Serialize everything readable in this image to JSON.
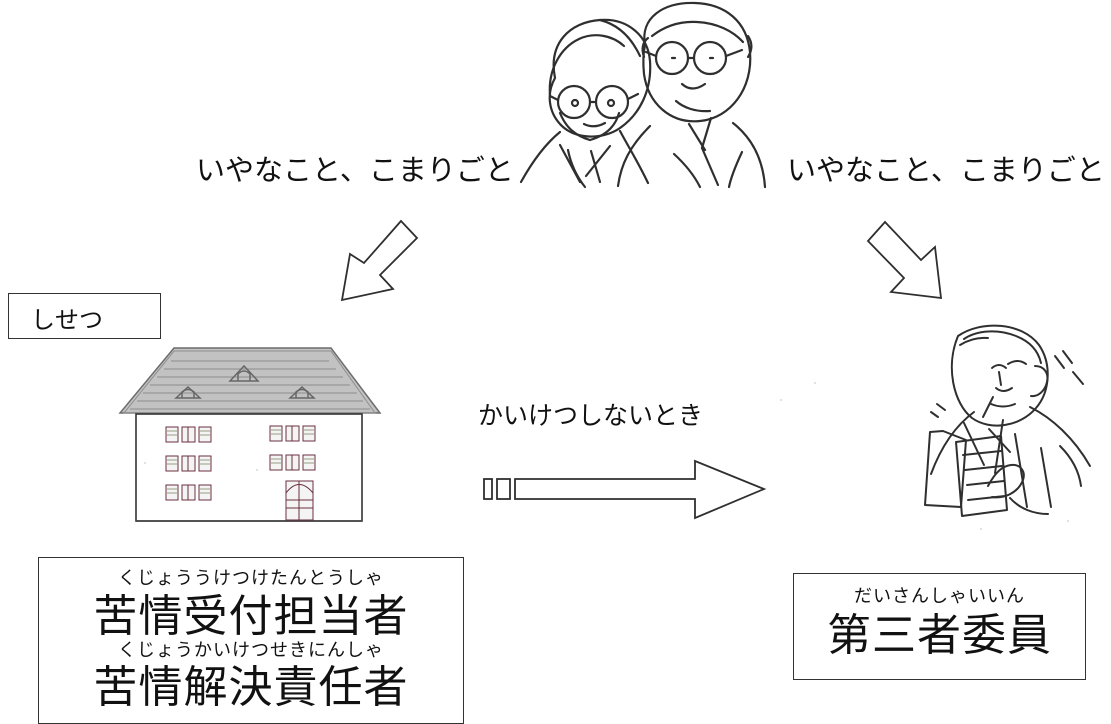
{
  "left_caption": "いやなこと、こまりごと",
  "right_caption": "いやなこと、こまりごと",
  "facility_label": "しせつ",
  "middle_caption": "かいけつしないとき",
  "left_role": {
    "line1_ruby": "くじょううけつけたんとうしゃ",
    "line1_main": "苦情受付担当者",
    "line2_ruby": "くじょうかいけつせきにんしゃ",
    "line2_main": "苦情解決責任者"
  },
  "right_role": {
    "ruby": "だいさんしゃいいん",
    "main": "第三者委員"
  },
  "icons": {
    "couple": "elderly-couple-icon",
    "house": "house-icon",
    "officer": "officer-icon",
    "left_arrow": "down-left-arrow-icon",
    "right_arrow": "down-right-arrow-icon",
    "center_arrow": "right-arrow-icon"
  },
  "colors": {
    "line": "#333333",
    "roof": "#8d8d8d",
    "window": "#7c3c4f",
    "accent": "#6d7b56"
  }
}
